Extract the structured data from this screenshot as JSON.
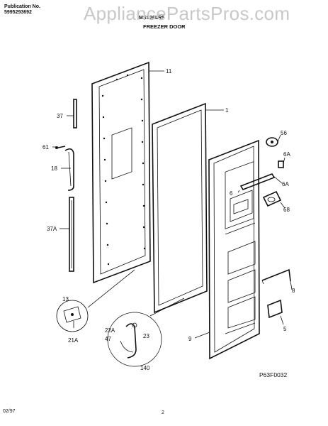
{
  "header": {
    "publication_label": "Publication No.",
    "publication_number": "5995293692",
    "model": "MSS26LR5",
    "section_title": "FREEZER DOOR",
    "watermark": "AppliancePartsPros.com"
  },
  "callouts": [
    "11",
    "37",
    "61",
    "18",
    "37A",
    "13",
    "21A",
    "1",
    "56",
    "6A",
    "6",
    "6A",
    "68",
    "8",
    "5",
    "9",
    "22A",
    "47",
    "23",
    "140"
  ],
  "diagram_code": "P63F0032",
  "footer": {
    "date": "02/97",
    "page": "2"
  }
}
